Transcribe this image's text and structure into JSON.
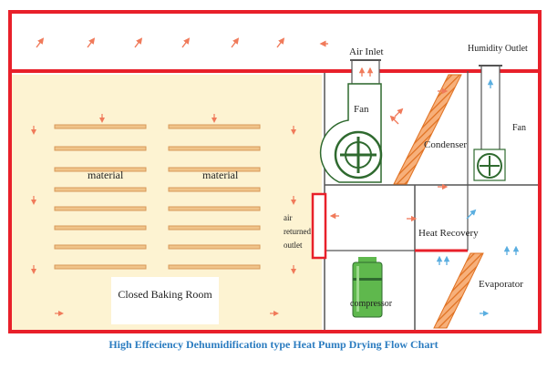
{
  "labels": {
    "air_inlet": "Air Inlet",
    "humidity_outlet": "Humidity Outlet",
    "fan_left": "Fan",
    "fan_right": "Fan",
    "condenser": "Condenser",
    "material_left": "material",
    "material_right": "material",
    "air_returned_1": "air",
    "air_returned_2": "returned",
    "air_returned_3": "outlet",
    "heat_recovery": "Heat Recovery",
    "evaporator": "Evaporator",
    "compressor": "compressor",
    "closed_baking_room": "Closed Baking Room"
  },
  "caption": "High Effeciency Dehumidification type Heat Pump Drying Flow Chart",
  "colors": {
    "wall": "#e8202a",
    "room_fill": "#fdf3d2",
    "shelf": "#f0c48a",
    "shelf_stroke": "#d89a5a",
    "hatch": "#f08a30",
    "arrow_air": "#f07a5a",
    "arrow_cold": "#5aaee0",
    "equipment": "#2f6a2f",
    "compressor_fill": "#5fb84d",
    "caption": "#2b7cc0"
  }
}
